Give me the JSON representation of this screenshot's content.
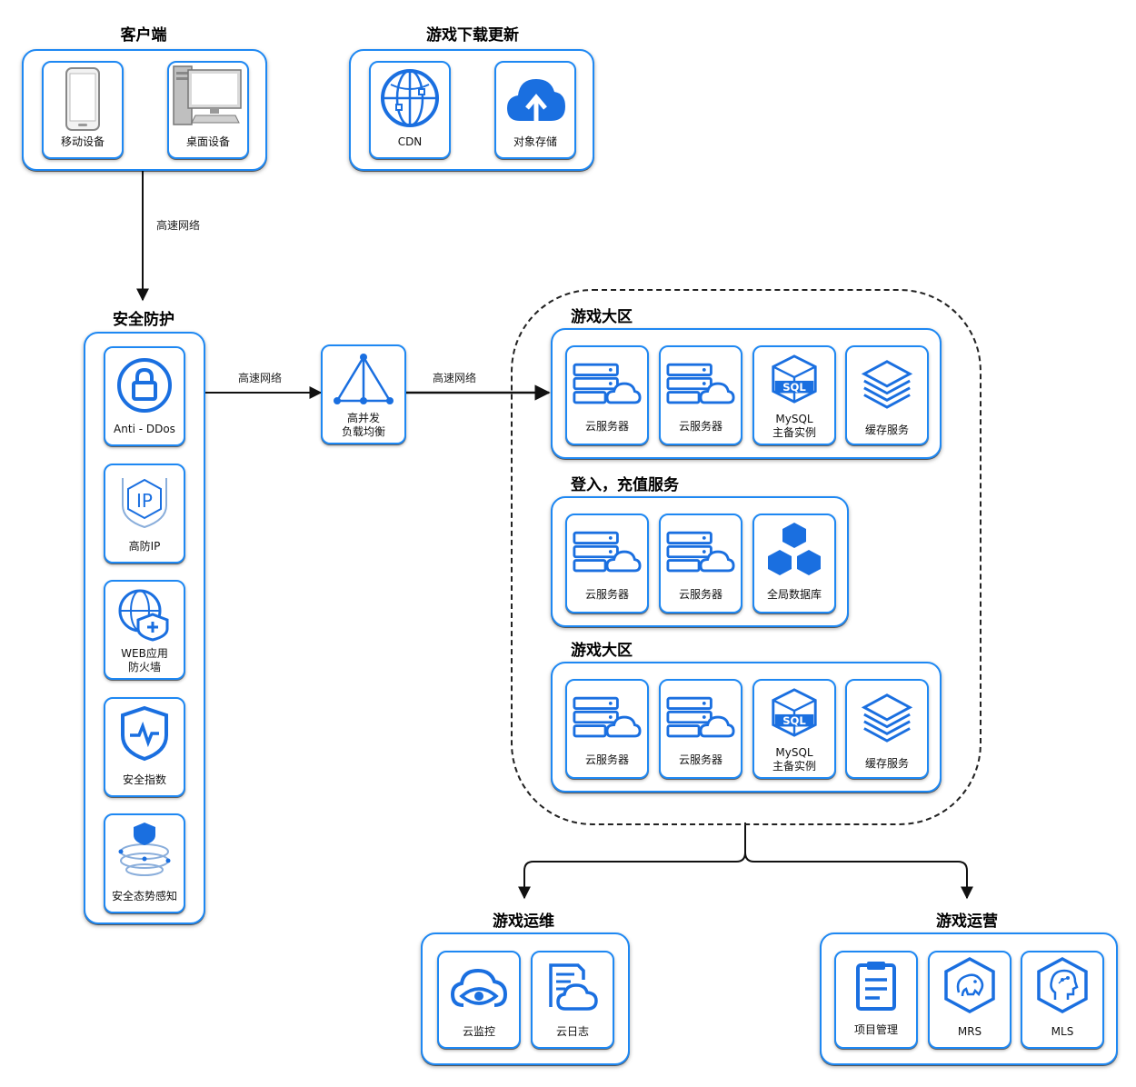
{
  "groups": {
    "client": {
      "title": "客户端",
      "items": [
        "移动设备",
        "桌面设备"
      ]
    },
    "download": {
      "title": "游戏下载更新",
      "items": [
        "CDN",
        "对象存储"
      ]
    },
    "security": {
      "title": "安全防护",
      "items": [
        "Anti - DDos",
        "高防IP",
        "WEB应用\n防火墙",
        "安全指数",
        "安全态势感知"
      ]
    },
    "lb": {
      "label": "高并发\n负载均衡"
    },
    "zone1": {
      "title": "游戏大区",
      "items": [
        "云服务器",
        "云服务器",
        "MySQL\n主备实例",
        "缓存服务"
      ]
    },
    "login": {
      "title": "登入，充值服务",
      "items": [
        "云服务器",
        "云服务器",
        "全局数据库"
      ]
    },
    "zone2": {
      "title": "游戏大区",
      "items": [
        "云服务器",
        "云服务器",
        "MySQL\n主备实例",
        "缓存服务"
      ]
    },
    "ops": {
      "title": "游戏运维",
      "items": [
        "云监控",
        "云日志"
      ]
    },
    "operation": {
      "title": "游戏运营",
      "items": [
        "项目管理",
        "MRS",
        "MLS"
      ]
    }
  },
  "edges": {
    "client_to_security": "高速网络",
    "security_to_lb": "高速网络",
    "lb_to_zone": "高速网络"
  },
  "icons": {
    "mobile": "mobile-device-icon",
    "desktop": "desktop-computer-icon",
    "cdn": "cdn-globe-icon",
    "storage": "cloud-upload-icon",
    "ddos": "lock-icon",
    "ip": "shield-ip-icon",
    "waf": "globe-shield-icon",
    "sec_index": "shield-pulse-icon",
    "situation": "shield-layers-icon",
    "lb": "load-balancer-icon",
    "server": "cloud-server-icon",
    "mysql": "sql-cube-icon",
    "cache": "stacked-layers-icon",
    "db": "hexagon-cluster-icon",
    "monitor": "cloud-eye-icon",
    "log": "cloud-document-icon",
    "project": "clipboard-icon",
    "mrs": "hexagon-elephant-icon",
    "mls": "hexagon-head-icon"
  },
  "colors": {
    "accent": "#1e88f3",
    "icon_fill": "#1a6fe0",
    "light_blue": "#e3f0fd"
  }
}
